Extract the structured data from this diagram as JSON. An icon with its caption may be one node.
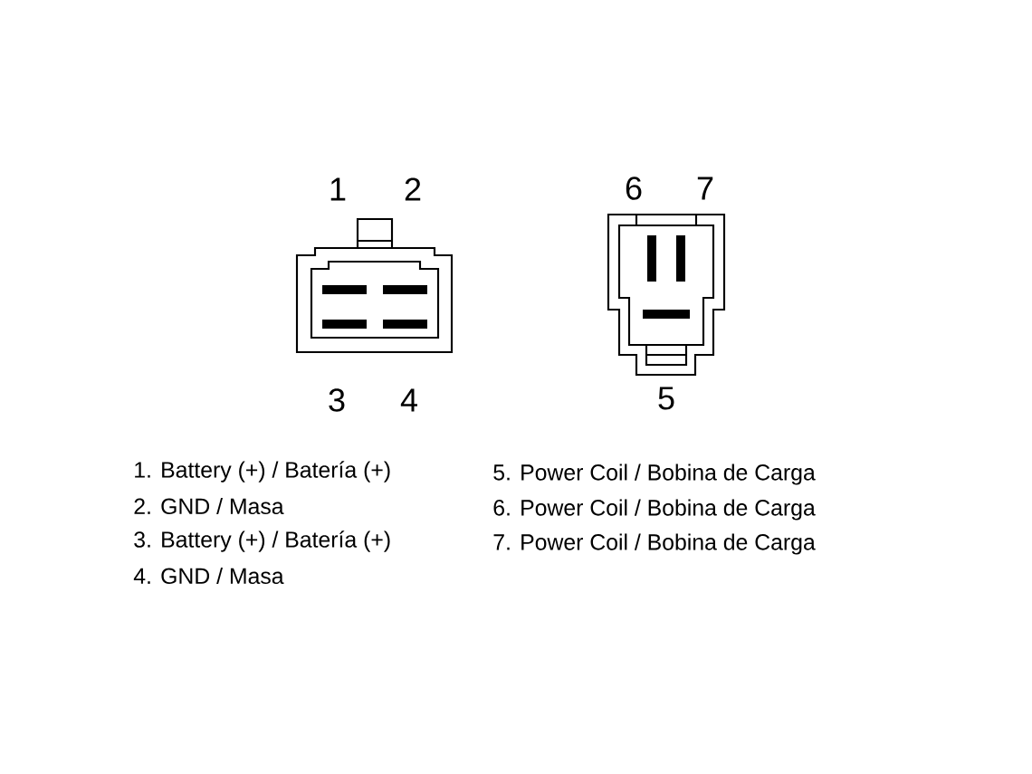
{
  "diagram": {
    "labels": [
      "1",
      "2",
      "6",
      "7",
      "3",
      "4",
      "5",
      "1. Battery (+) / Batería (+)",
      "2. GND / Masa",
      "3. Battery (+) / Batería (+)",
      "4. GND / Masa",
      "5. Power Coil / Bobina de Carga",
      "6. Power Coil / Bobina de Carga",
      "7. Power Coil / Bobina de Carga"
    ]
  }
}
